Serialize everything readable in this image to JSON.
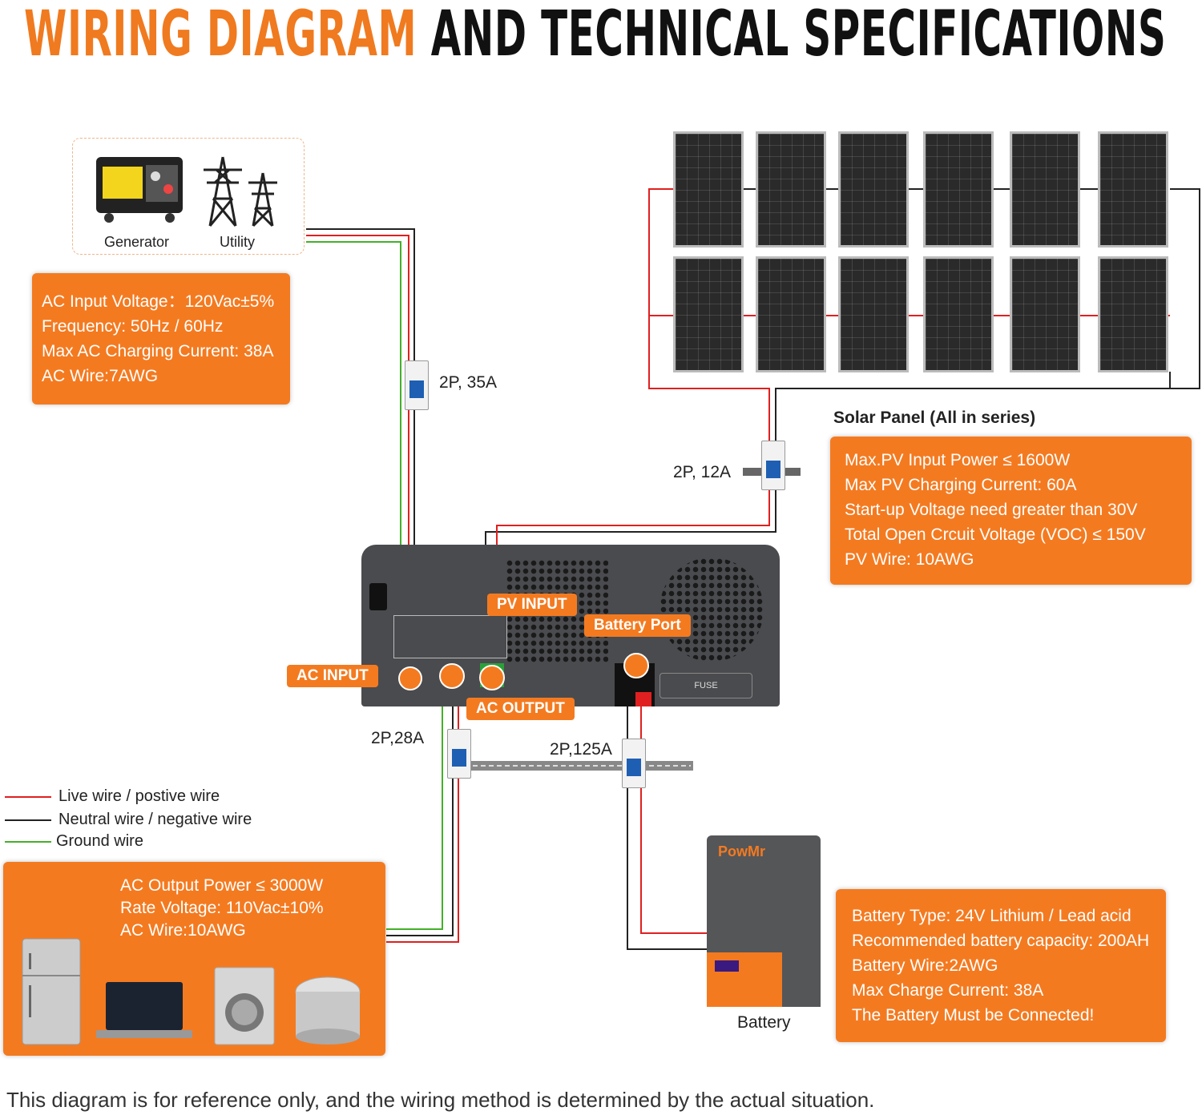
{
  "title": {
    "part1": "WIRING DIAGRAM",
    "part2": "AND TECHNICAL SPECIFICATIONS"
  },
  "sources": {
    "generator_label": "Generator",
    "utility_label": "Utility"
  },
  "ac_input_specs": [
    "AC Input Voltage：120Vac±5%",
    "Frequency: 50Hz / 60Hz",
    "Max AC Charging Current: 38A",
    "AC Wire:7AWG"
  ],
  "breakers": {
    "ac_input": "2P, 35A",
    "pv": "2P, 12A",
    "ac_output": "2P,28A",
    "battery": "2P,125A"
  },
  "solar": {
    "heading": "Solar Panel (All in series)",
    "specs": [
      "Max.PV Input Power ≤ 1600W",
      "Max PV Charging Current: 60A",
      "Start-up Voltage need greater than 30V",
      "Total Open Crcuit Voltage (VOC) ≤ 150V",
      "PV Wire: 10AWG"
    ]
  },
  "inverter": {
    "pv_input": "PV INPUT",
    "battery_port": "Battery Port",
    "ac_input": "AC INPUT",
    "ac_output": "AC OUTPUT",
    "fuse": "FUSE"
  },
  "legend": [
    {
      "color": "#e02020",
      "label": "Live wire / postive wire"
    },
    {
      "color": "#222222",
      "label": "Neutral wire / negative wire"
    },
    {
      "color": "#44b02a",
      "label": "Ground wire"
    }
  ],
  "ac_output_specs": [
    "AC Output Power ≤ 3000W",
    "Rate Voltage: 110Vac±10%",
    "AC Wire:10AWG"
  ],
  "battery": {
    "brand": "PowMr",
    "label": "Battery",
    "specs": [
      "Battery Type: 24V Lithium / Lead acid",
      "Recommended battery capacity: 200AH",
      "Battery Wire:2AWG",
      "Max Charge Current: 38A",
      "The Battery Must be Connected!"
    ]
  },
  "footer": "This diagram is for reference only, and the wiring method is determined by the actual situation.",
  "colors": {
    "accent": "#f47a20",
    "live": "#e02020",
    "neutral": "#222222",
    "ground": "#44b02a"
  }
}
